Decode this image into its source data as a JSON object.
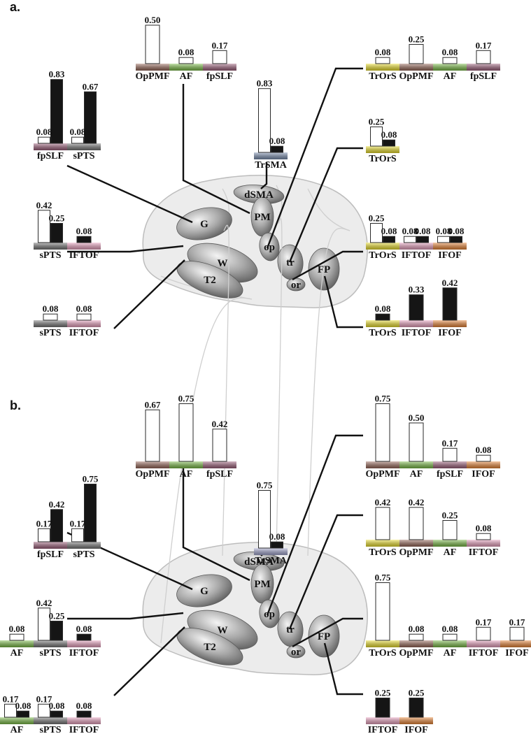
{
  "panels": [
    {
      "label": "a.",
      "brain_regions": [
        {
          "id": "G",
          "label": "G"
        },
        {
          "id": "W",
          "label": "W"
        },
        {
          "id": "T2",
          "label": "T2"
        },
        {
          "id": "dSMA",
          "label": "dSMA"
        },
        {
          "id": "PM",
          "label": "PM"
        },
        {
          "id": "op",
          "label": "op"
        },
        {
          "id": "tr",
          "label": "tr"
        },
        {
          "id": "or",
          "label": "or"
        },
        {
          "id": "FP",
          "label": "FP"
        }
      ],
      "groups": [
        {
          "id": "a-dsma-top",
          "region": "dSMA",
          "tracts": [
            {
              "name": "OpPMF",
              "color": "#9c6b5c",
              "values": [
                0.5
              ]
            },
            {
              "name": "AF",
              "color": "#7fc24a",
              "values": [
                0.08
              ]
            },
            {
              "name": "fpSLF",
              "color": "#a2637f",
              "values": [
                0.17
              ]
            }
          ]
        },
        {
          "id": "a-G",
          "region": "G",
          "tracts": [
            {
              "name": "fpSLF",
              "color": "#a2637f",
              "values": [
                0.08,
                0.83
              ]
            },
            {
              "name": "sPTS",
              "color": "#7a7a7a",
              "values": [
                0.08,
                0.67
              ]
            }
          ]
        },
        {
          "id": "a-trsma",
          "region": "dSMA",
          "tracts": [
            {
              "name": "TrSMA",
              "color": "#7f93b5",
              "values": [
                0.83,
                0.08
              ]
            }
          ]
        },
        {
          "id": "a-W",
          "region": "W",
          "tracts": [
            {
              "name": "sPTS",
              "color": "#7a7a7a",
              "values": [
                0.42,
                0.25
              ]
            },
            {
              "name": "IFTOF",
              "color": "#f0a6c4",
              "values": [
                0.08
              ]
            }
          ]
        },
        {
          "id": "a-T2",
          "region": "T2",
          "tracts": [
            {
              "name": "sPTS",
              "color": "#7a7a7a",
              "values": [
                0.08
              ]
            },
            {
              "name": "IFTOF",
              "color": "#f0a6c4",
              "values": [
                0.08
              ]
            }
          ]
        },
        {
          "id": "a-op",
          "region": "op",
          "tracts": [
            {
              "name": "TrOrS",
              "color": "#f3e630",
              "values": [
                0.08
              ]
            },
            {
              "name": "OpPMF",
              "color": "#9c6b5c",
              "values": [
                0.25
              ]
            },
            {
              "name": "AF",
              "color": "#7fc24a",
              "values": [
                0.08
              ]
            },
            {
              "name": "fpSLF",
              "color": "#a2637f",
              "values": [
                0.17
              ]
            }
          ]
        },
        {
          "id": "a-tr",
          "region": "tr",
          "tracts": [
            {
              "name": "TrOrS",
              "color": "#f3e630",
              "values": [
                0.25,
                0.08
              ]
            }
          ]
        },
        {
          "id": "a-or",
          "region": "or",
          "tracts": [
            {
              "name": "TrOrS",
              "color": "#f3e630",
              "values": [
                0.25,
                0.08
              ]
            },
            {
              "name": "IFTOF",
              "color": "#f0a6c4",
              "values": [
                0.08,
                0.08
              ]
            },
            {
              "name": "IFOF",
              "color": "#f08a3a",
              "values": [
                0.08,
                0.08
              ]
            }
          ]
        },
        {
          "id": "a-FP",
          "region": "FP",
          "tracts": [
            {
              "name": "TrOrS",
              "color": "#f3e630",
              "values": [
                0.08
              ]
            },
            {
              "name": "IFTOF",
              "color": "#f0a6c4",
              "values": [
                0.33
              ]
            },
            {
              "name": "IFOF",
              "color": "#f08a3a",
              "values": [
                0.42
              ]
            }
          ]
        }
      ]
    },
    {
      "label": "b.",
      "brain_regions": [
        {
          "id": "G",
          "label": "G"
        },
        {
          "id": "W",
          "label": "W"
        },
        {
          "id": "T2",
          "label": "T2"
        },
        {
          "id": "dSMA",
          "label": "dSMA"
        },
        {
          "id": "PM",
          "label": "PM"
        },
        {
          "id": "op",
          "label": "op"
        },
        {
          "id": "tr",
          "label": "tr"
        },
        {
          "id": "or",
          "label": "or"
        },
        {
          "id": "FP",
          "label": "FP"
        }
      ],
      "groups": [
        {
          "id": "b-dsma-top",
          "region": "dSMA",
          "tracts": [
            {
              "name": "OpPMF",
              "color": "#9c6b5c",
              "values": [
                0.67
              ]
            },
            {
              "name": "AF",
              "color": "#7fc24a",
              "values": [
                0.75
              ]
            },
            {
              "name": "fpSLF",
              "color": "#a2637f",
              "values": [
                0.42
              ]
            }
          ]
        },
        {
          "id": "b-G",
          "region": "G",
          "tracts": [
            {
              "name": "fpSLF",
              "color": "#a2637f",
              "values": [
                0.17,
                0.42
              ]
            },
            {
              "name": "sPTS",
              "color": "#7a7a7a",
              "values": [
                0.17,
                0.75
              ]
            }
          ]
        },
        {
          "id": "b-trsma",
          "region": "dSMA",
          "tracts": [
            {
              "name": "TrSMA",
              "color": "#a9acd6",
              "values": [
                0.75,
                0.08
              ]
            }
          ]
        },
        {
          "id": "b-W",
          "region": "W",
          "tracts": [
            {
              "name": "AF",
              "color": "#7fc24a",
              "values": [
                0.08
              ]
            },
            {
              "name": "sPTS",
              "color": "#7a7a7a",
              "values": [
                0.42,
                0.25
              ]
            },
            {
              "name": "IFTOF",
              "color": "#f0a6c4",
              "values": [
                0.08
              ]
            }
          ]
        },
        {
          "id": "b-T2",
          "region": "T2",
          "tracts": [
            {
              "name": "AF",
              "color": "#7fc24a",
              "values": [
                0.17,
                0.08
              ]
            },
            {
              "name": "sPTS",
              "color": "#7a7a7a",
              "values": [
                0.17,
                0.08
              ]
            },
            {
              "name": "IFTOF",
              "color": "#f0a6c4",
              "values": [
                0.08
              ]
            }
          ]
        },
        {
          "id": "b-op",
          "region": "op",
          "tracts": [
            {
              "name": "OpPMF",
              "color": "#9c6b5c",
              "values": [
                0.75
              ]
            },
            {
              "name": "AF",
              "color": "#7fc24a",
              "values": [
                0.5
              ]
            },
            {
              "name": "fpSLF",
              "color": "#a2637f",
              "values": [
                0.17
              ]
            },
            {
              "name": "IFOF",
              "color": "#f08a3a",
              "values": [
                0.08
              ]
            }
          ]
        },
        {
          "id": "b-tr",
          "region": "tr",
          "tracts": [
            {
              "name": "TrOrS",
              "color": "#f3e630",
              "values": [
                0.42
              ]
            },
            {
              "name": "OpPMF",
              "color": "#9c6b5c",
              "values": [
                0.42
              ]
            },
            {
              "name": "AF",
              "color": "#7fc24a",
              "values": [
                0.25
              ]
            },
            {
              "name": "IFTOF",
              "color": "#f0a6c4",
              "values": [
                0.08
              ]
            }
          ]
        },
        {
          "id": "b-or",
          "region": "or",
          "tracts": [
            {
              "name": "TrOrS",
              "color": "#f3e630",
              "values": [
                0.75
              ]
            },
            {
              "name": "OpPMF",
              "color": "#9c6b5c",
              "values": [
                0.08
              ]
            },
            {
              "name": "AF",
              "color": "#7fc24a",
              "values": [
                0.08
              ]
            },
            {
              "name": "IFTOF",
              "color": "#f0a6c4",
              "values": [
                0.17
              ]
            },
            {
              "name": "IFOF",
              "color": "#f08a3a",
              "values": [
                0.17
              ]
            }
          ]
        },
        {
          "id": "b-FP",
          "region": "FP",
          "tracts": [
            {
              "name": "IFTOF",
              "color": "#f0a6c4",
              "values": [
                0.25
              ]
            },
            {
              "name": "IFOF",
              "color": "#f08a3a",
              "values": [
                0.25
              ]
            }
          ]
        }
      ]
    }
  ]
}
